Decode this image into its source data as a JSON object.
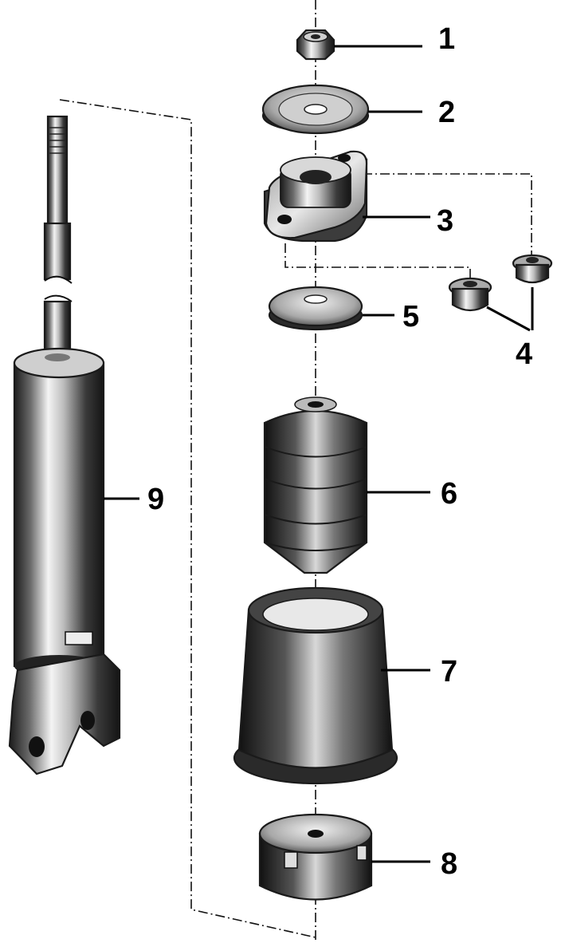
{
  "figure": {
    "parts": [
      {
        "number": "1",
        "name": "nut"
      },
      {
        "number": "2",
        "name": "washer"
      },
      {
        "number": "3",
        "name": "upper-mount"
      },
      {
        "number": "4",
        "name": "flange-nuts"
      },
      {
        "number": "5",
        "name": "spacer-washer"
      },
      {
        "number": "6",
        "name": "bump-stop"
      },
      {
        "number": "7",
        "name": "dust-boot"
      },
      {
        "number": "8",
        "name": "lower-cup"
      },
      {
        "number": "9",
        "name": "shock-absorber"
      }
    ]
  }
}
